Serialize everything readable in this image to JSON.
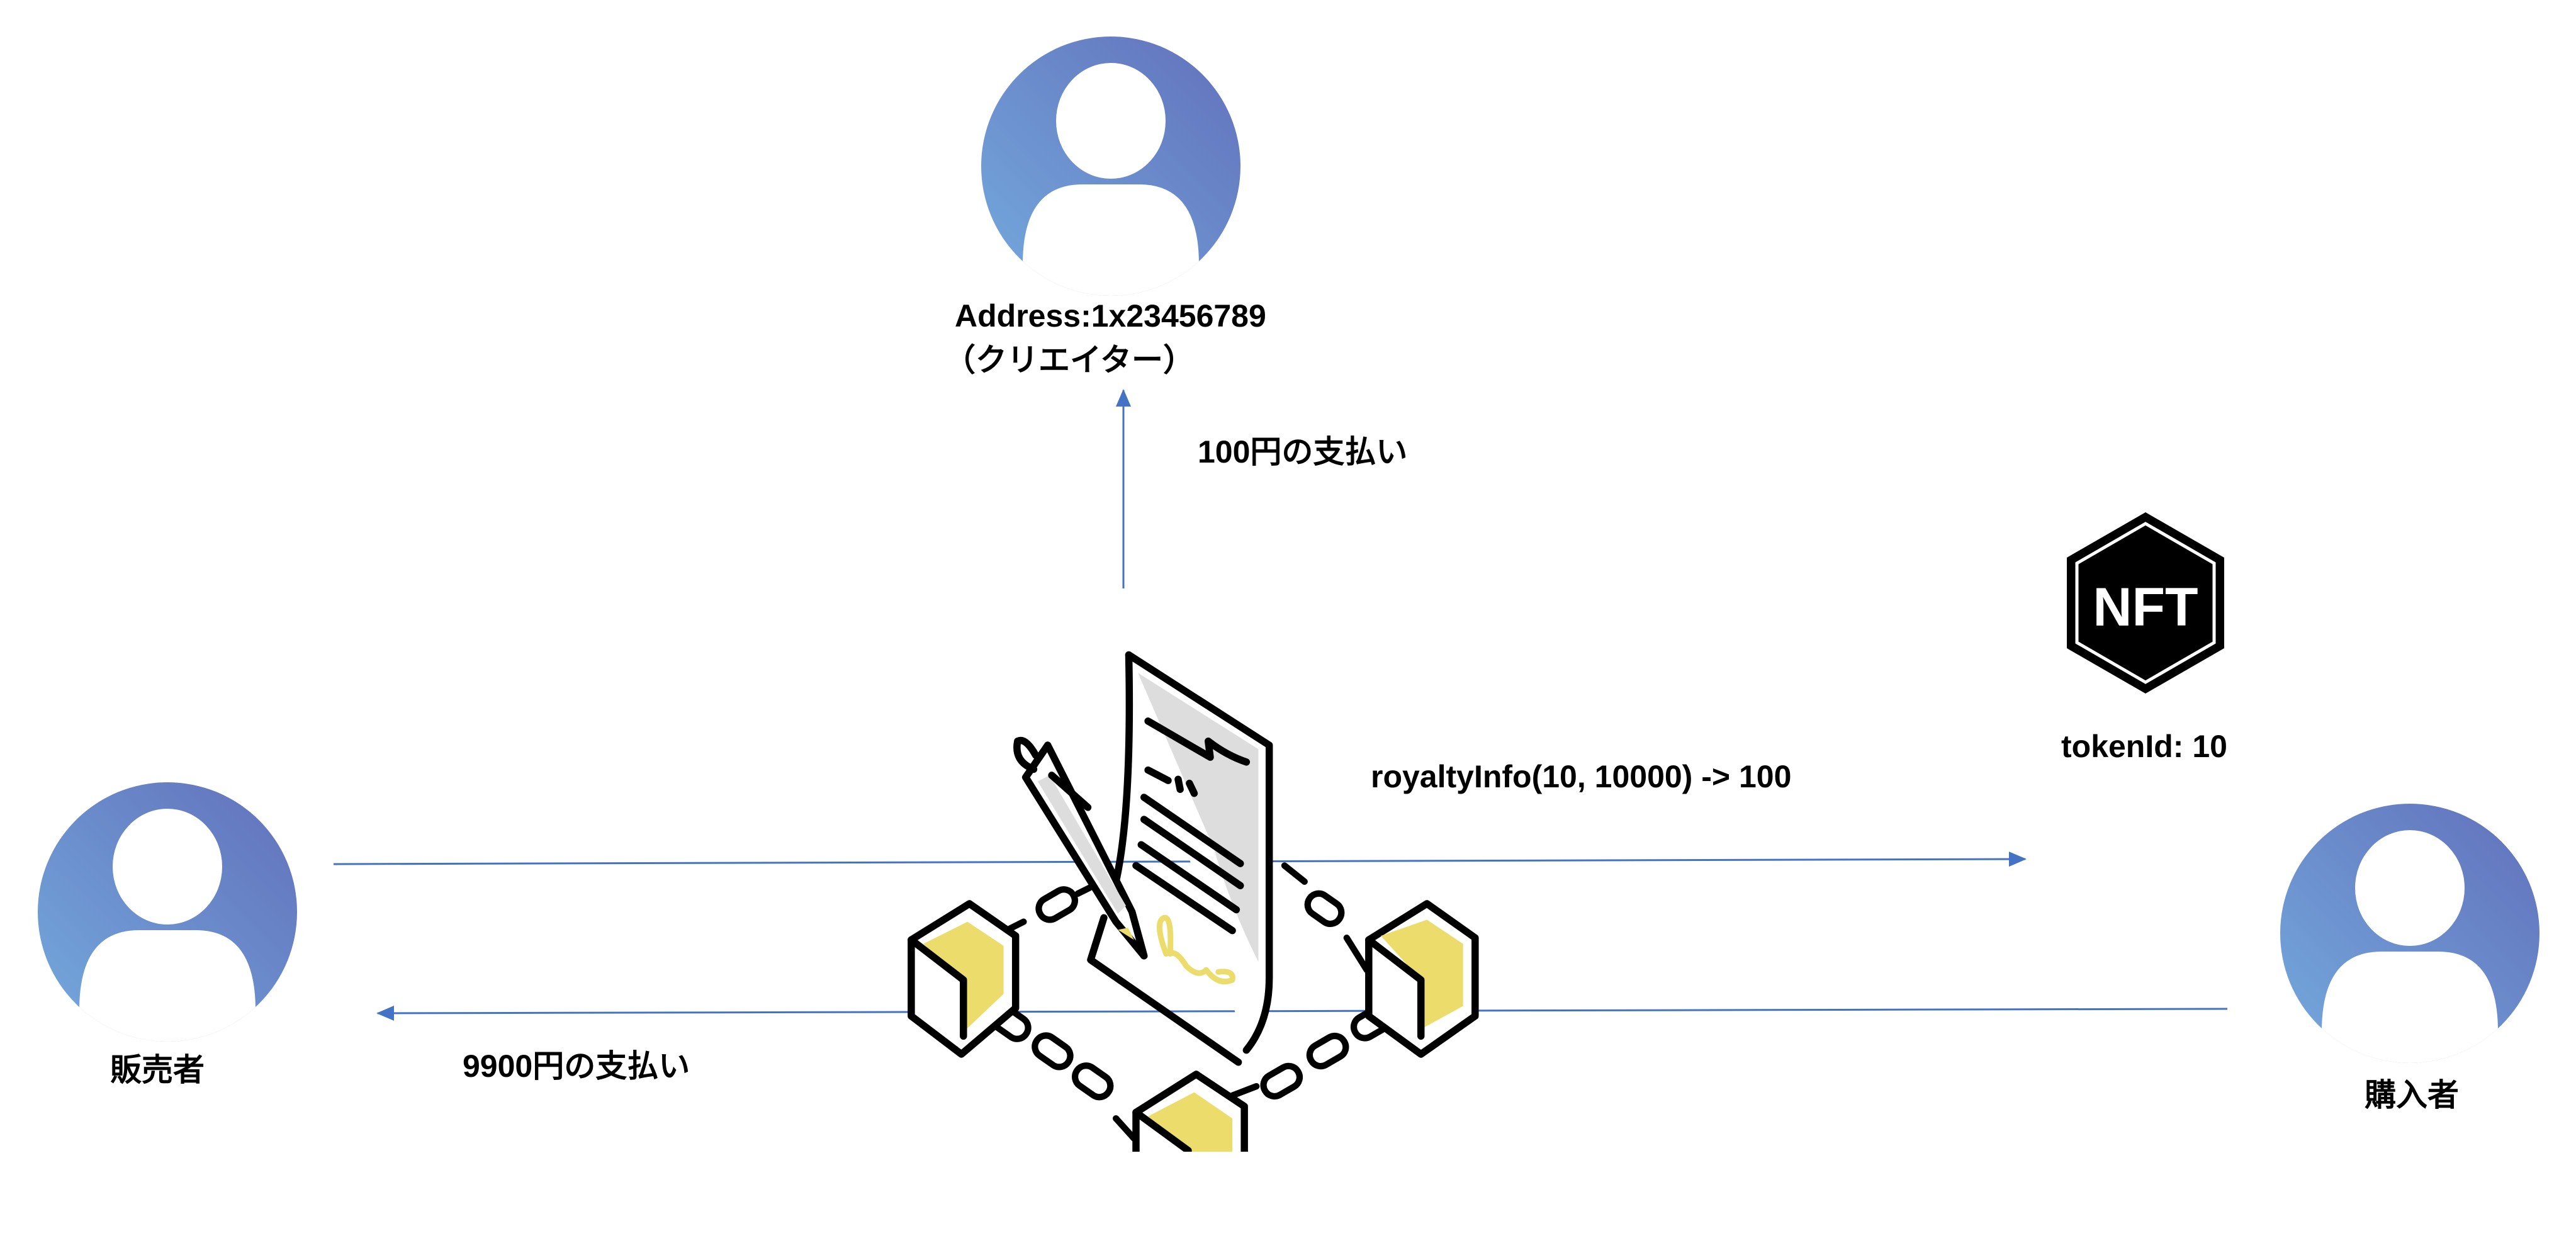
{
  "creator": {
    "address": "Address:1x23456789",
    "role": "（クリエイター）"
  },
  "payments": {
    "creator_payment": "100円の支払い",
    "seller_payment": "9900円の支払い"
  },
  "call": {
    "royalty_call": "royaltyInfo(10, 10000) -> 100"
  },
  "nft": {
    "badge_text": "NFT",
    "token_id": "tokenId: 10"
  },
  "seller": {
    "label": "販売者"
  },
  "buyer": {
    "label": "購入者"
  },
  "colors": {
    "arrow": "#4472c4",
    "avatar_light": "#74aadd",
    "avatar_dark": "#6270bb",
    "block_yellow": "#ecdc6c",
    "doc_shade": "#dcdddc"
  }
}
